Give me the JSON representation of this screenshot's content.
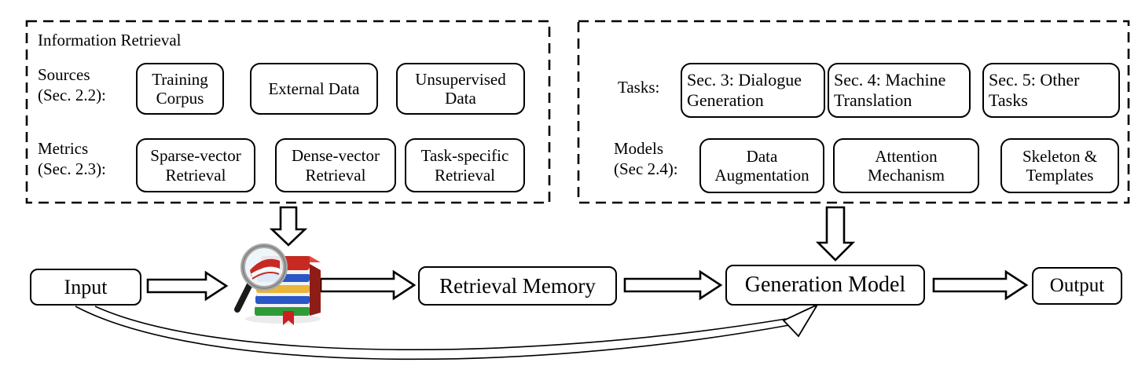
{
  "figure": {
    "description_label": "retrieval-augmented text generation pipeline diagram"
  },
  "information_retrieval": {
    "title": "Information Retrieval",
    "sources_label": "Sources\n(Sec. 2.2):",
    "sources_boxes": [
      "Training\nCorpus",
      "External Data",
      "Unsupervised\nData"
    ],
    "metrics_label": "Metrics\n(Sec. 2.3):",
    "metrics_boxes": [
      "Sparse-vector\nRetrieval",
      "Dense-vector\nRetrieval",
      "Task-specific\nRetrieval"
    ]
  },
  "tasks_models": {
    "tasks_label": "Tasks:",
    "tasks_boxes": [
      "Sec. 3: Dialogue\nGeneration",
      "Sec. 4: Machine\nTranslation",
      "Sec. 5: Other\nTasks"
    ],
    "models_label": "Models\n(Sec 2.4):",
    "models_boxes": [
      "Data\nAugmentation",
      "Attention\nMechanism",
      "Skeleton &\nTemplates"
    ]
  },
  "pipeline": {
    "input": "Input",
    "retriever_icon": "books-magnifier-icon",
    "retrieval_memory": "Retrieval Memory",
    "generation_model": "Generation Model",
    "output": "Output"
  },
  "colors": {
    "line": "#000000",
    "background": "#ffffff",
    "book_red": "#c62a22",
    "book_blue": "#2a57c6",
    "book_yellow": "#e9b53a",
    "book_green": "#2e9b38",
    "bookmark_red": "#cc1f1f",
    "magnifier_rim": "#a8a8a8",
    "magnifier_handle": "#1a1a1a"
  }
}
